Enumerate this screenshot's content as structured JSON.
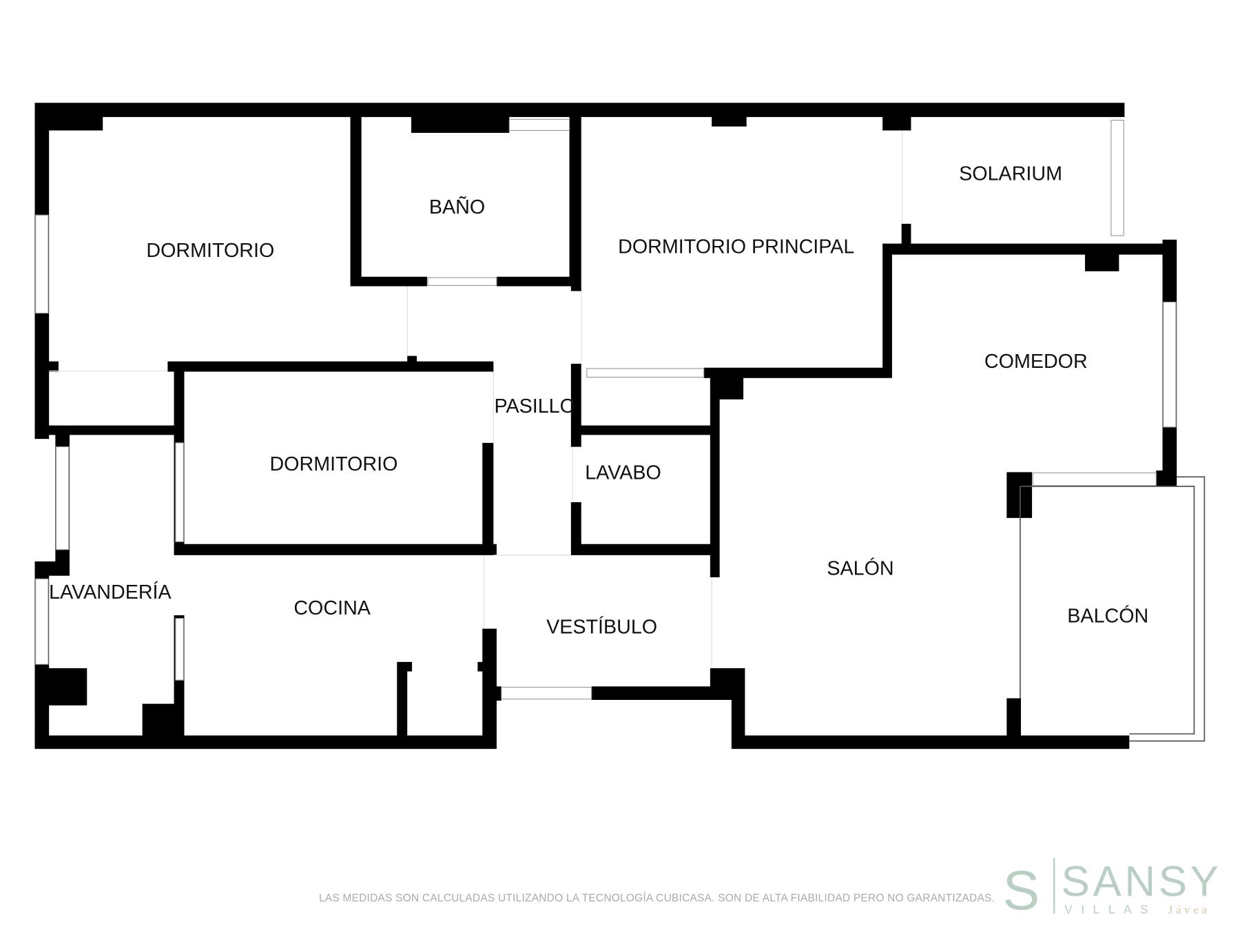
{
  "rooms": {
    "dormitorio_1": "DORMITORIO",
    "bano": "BAÑO",
    "dormitorio_principal": "DORMITORIO PRINCIPAL",
    "solarium": "SOLARIUM",
    "comedor": "COMEDOR",
    "pasillo": "PASILLO",
    "dormitorio_2": "DORMITORIO",
    "lavabo": "LAVABO",
    "lavanderia": "LAVANDERÍA",
    "cocina": "COCINA",
    "vestibulo": "VESTÍBULO",
    "salon": "SALÓN",
    "balcon": "BALCÓN"
  },
  "footer": {
    "disclaimer": "LAS MEDIDAS SON CALCULADAS UTILIZANDO LA TECNOLOGÍA CUBICASA. SON DE ALTA FIABILIDAD PERO NO GARANTIZADAS.",
    "logo_name": "SANSY",
    "logo_sub": "VILLAS",
    "logo_place": "Jávea"
  },
  "colors": {
    "wall": "#000000",
    "logo": "#b9cfc3",
    "note": "#aaaaaa"
  }
}
